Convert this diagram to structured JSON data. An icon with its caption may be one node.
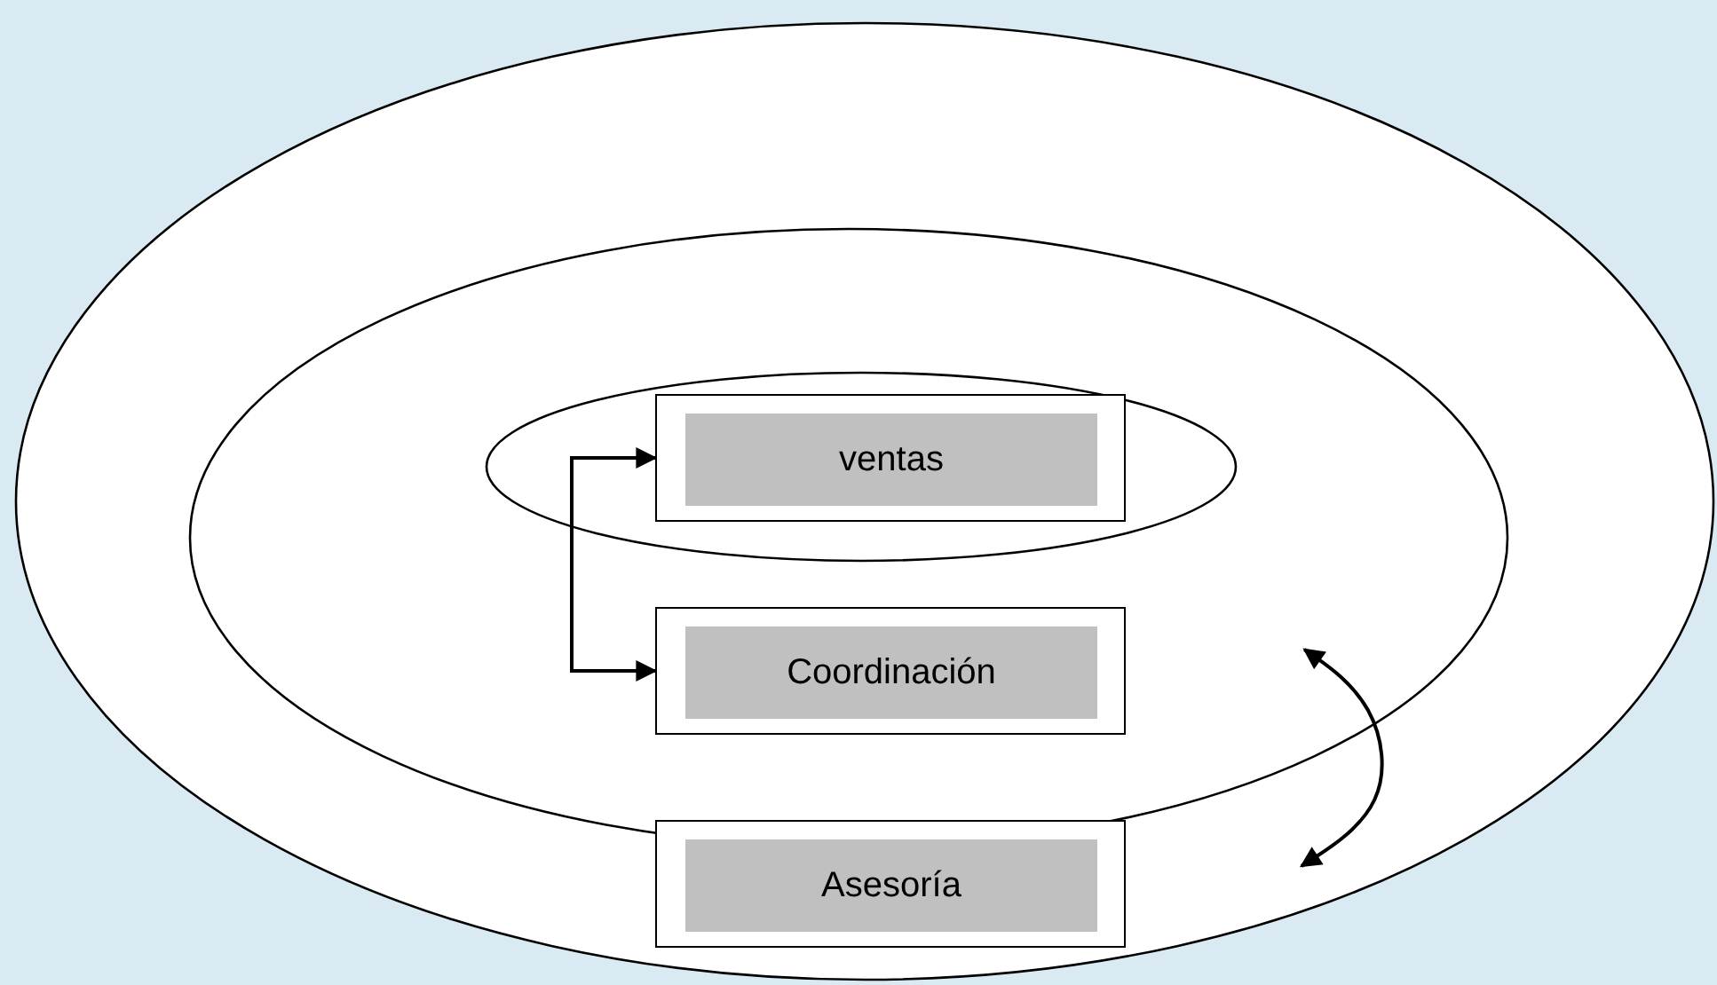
{
  "diagram": {
    "nodes": [
      {
        "text": [],
        "shape": "ellipse"
      },
      {
        "text": [],
        "shape": "ellipse",
        "in": 0
      },
      {
        "text": [],
        "shape": "ellipse",
        "in": 1
      },
      {
        "text": [
          "ventas"
        ],
        "in": 2
      },
      {
        "text": [
          "Coordinación"
        ],
        "in": 1
      },
      {
        "text": [
          "Asesoría"
        ],
        "in": 0
      }
    ],
    "edges": [
      {
        "from": 3,
        "to": 4,
        "arrow": "both"
      },
      {
        "from": 1,
        "to": null,
        "arrow": "both"
      }
    ]
  }
}
